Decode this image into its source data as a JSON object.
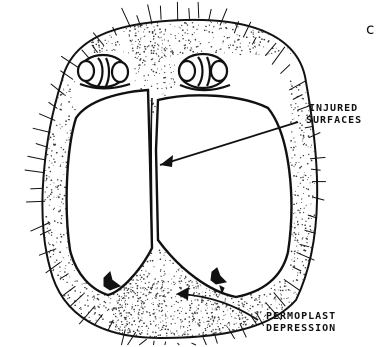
{
  "figure": {
    "panel_letter": "c",
    "labels": {
      "injured_line1": "INJURED",
      "injured_line2": "SURFACES",
      "permoplast_line1": "PERMOPLAST",
      "permoplast_line2": "DEPRESSION"
    }
  },
  "colors": {
    "ink": "#111111",
    "stipple": "#3a3a3a",
    "background": "#ffffff"
  }
}
